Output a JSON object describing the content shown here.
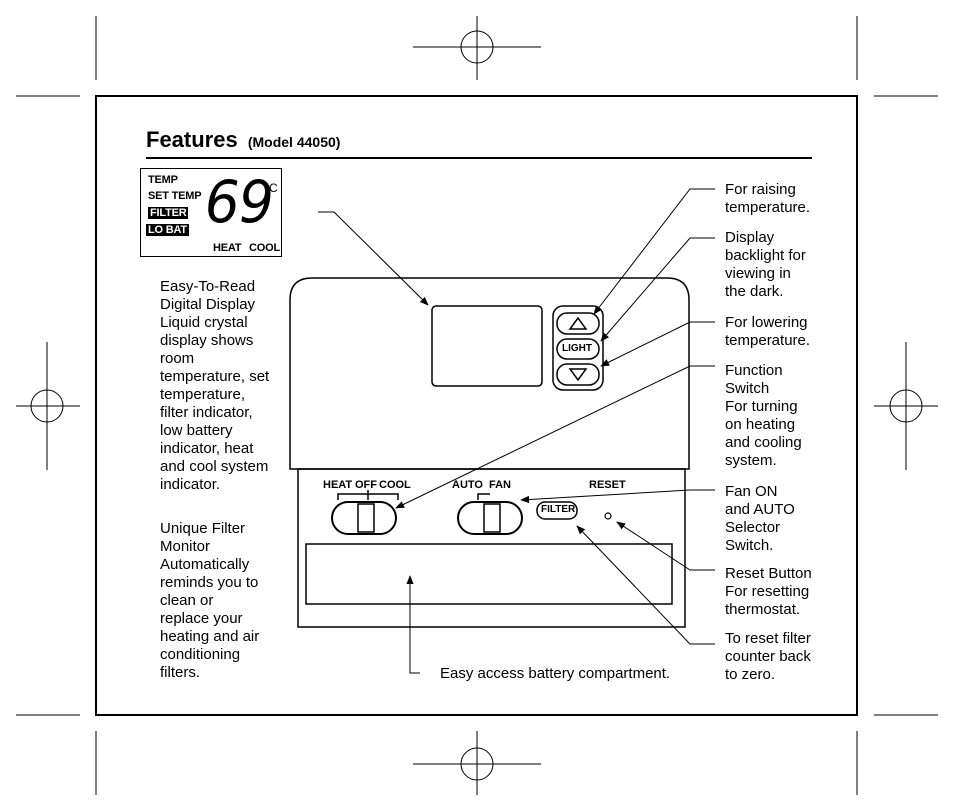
{
  "title": "Features",
  "subtitle": "(Model 44050)",
  "lcd": {
    "temp": "TEMP",
    "set_temp": "SET TEMP",
    "filter": "FILTER",
    "lo_bat": "LO BAT",
    "digits": "69",
    "unit": "C",
    "heat": "HEAT",
    "cool": "COOL"
  },
  "device": {
    "up_symbol": "△",
    "light": "LIGHT",
    "down_symbol": "▽",
    "function_labels": {
      "heat": "HEAT",
      "off": "OFF",
      "cool": "COOL"
    },
    "fan_labels": {
      "auto": "AUTO",
      "fan": "FAN"
    },
    "reset": "RESET",
    "filter_button": "FILTER"
  },
  "left_text": {
    "display": [
      "Easy-To-Read",
      "Digital Display",
      "Liquid crystal",
      "display shows",
      "room",
      "temperature, set",
      "temperature,",
      "filter indicator,",
      "low battery",
      "indicator, heat",
      "and cool system",
      "indicator."
    ],
    "filter_monitor": [
      "Unique Filter",
      "Monitor",
      "Automatically",
      "reminds you to",
      "clean or",
      "replace your",
      "heating and air",
      "conditioning",
      "filters."
    ]
  },
  "right_text": {
    "raise": [
      "For raising",
      "temperature."
    ],
    "backlight": [
      "Display",
      "backlight for",
      "viewing in",
      "the dark."
    ],
    "lower": [
      "For lowering",
      "temperature."
    ],
    "function_switch": [
      "Function",
      "Switch",
      "For turning",
      "on heating",
      "and cooling",
      "system."
    ],
    "fan_switch": [
      "Fan ON",
      "and AUTO",
      "Selector",
      "Switch."
    ],
    "reset_button": [
      "Reset Button",
      "For resetting",
      "thermostat."
    ],
    "filter_reset": [
      "To reset filter",
      "counter back",
      "to zero."
    ]
  },
  "battery_caption": "Easy access battery compartment."
}
